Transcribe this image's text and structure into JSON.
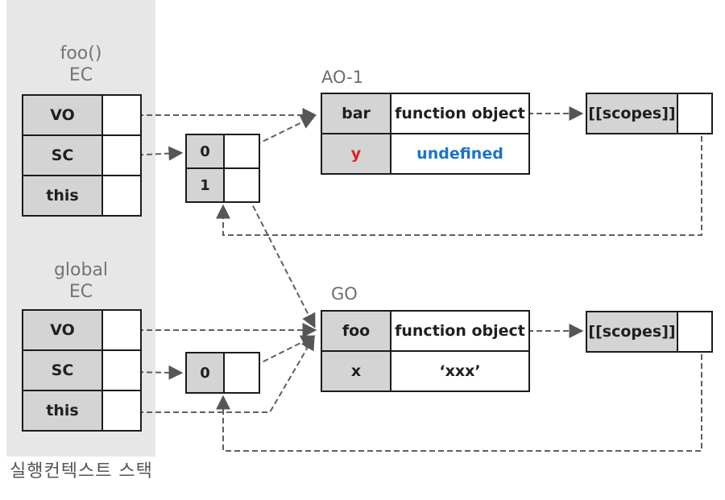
{
  "diagram": {
    "caption": "실행컨텍스트 스택",
    "foo_ec": {
      "label_line1": "foo()",
      "label_line2": "EC",
      "rows": [
        "VO",
        "SC",
        "this"
      ]
    },
    "global_ec": {
      "label_line1": "global",
      "label_line2": "EC",
      "rows": [
        "VO",
        "SC",
        "this"
      ]
    },
    "foo_scope_chain": {
      "indices": [
        "0",
        "1"
      ]
    },
    "global_scope_chain": {
      "indices": [
        "0"
      ]
    },
    "ao1": {
      "label": "AO-1",
      "rows": [
        {
          "key": "bar",
          "value": "function object"
        },
        {
          "key": "y",
          "value": "undefined"
        }
      ]
    },
    "go": {
      "label": "GO",
      "rows": [
        {
          "key": "foo",
          "value": "function object"
        },
        {
          "key": "x",
          "value": "‘xxx’"
        }
      ]
    },
    "scopes_top": {
      "label": "[[scopes]]"
    },
    "scopes_bottom": {
      "label": "[[scopes]]"
    },
    "colors": {
      "highlight_red": "#e01f1f",
      "highlight_blue": "#1b74c5",
      "cell_gray": "#d4d4d4",
      "band_gray": "#e7e7e7",
      "line_gray": "#5f5f5f"
    }
  }
}
